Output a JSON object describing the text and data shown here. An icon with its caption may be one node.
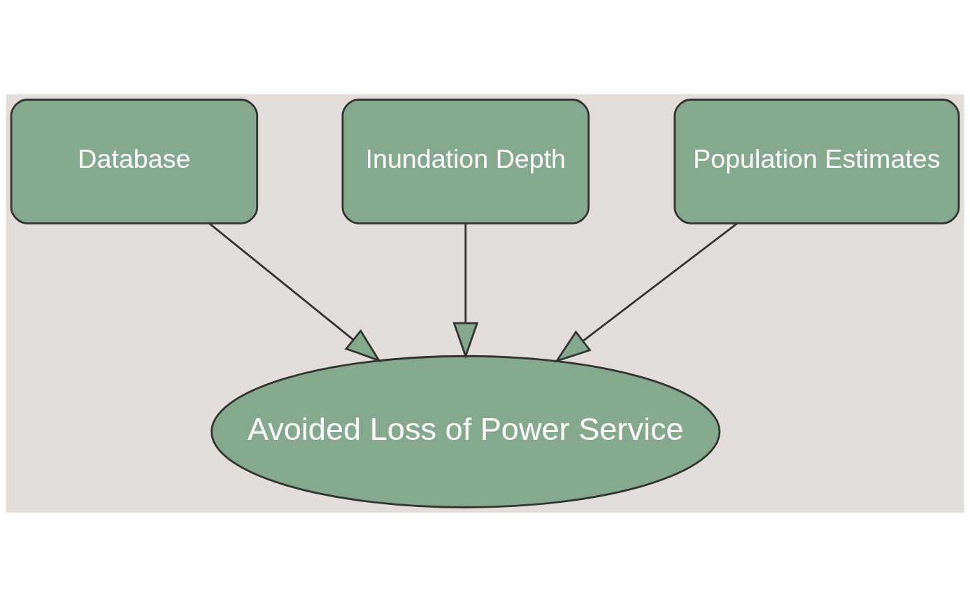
{
  "diagram": {
    "nodes": [
      {
        "text": [
          "Database"
        ]
      },
      {
        "text": [
          "Inundation Depth"
        ]
      },
      {
        "text": [
          "Population Estimates"
        ]
      },
      {
        "text": [
          "Avoided Loss of Power Service"
        ]
      }
    ],
    "edges": [
      {
        "from": 0,
        "to": 3,
        "arrow": "to"
      },
      {
        "from": 1,
        "to": 3,
        "arrow": "to"
      },
      {
        "from": 2,
        "to": 3,
        "arrow": "to"
      }
    ]
  }
}
